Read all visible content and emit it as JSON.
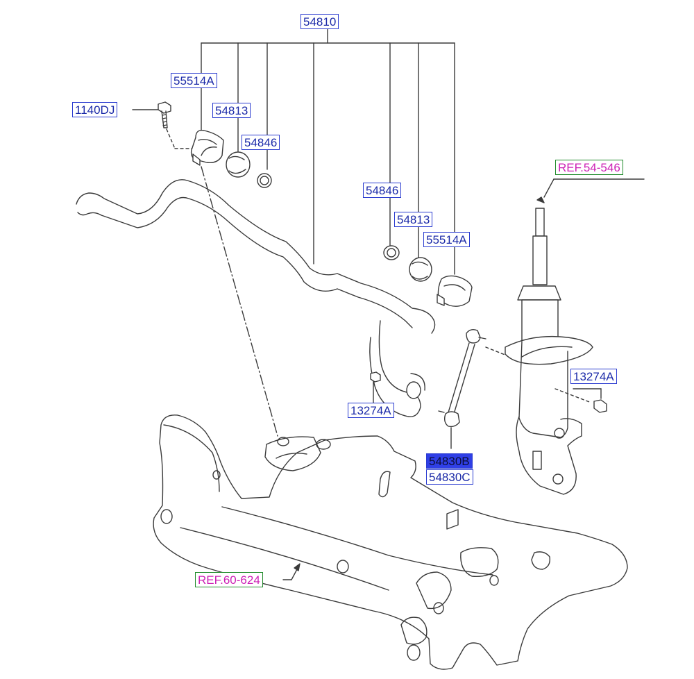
{
  "labels": {
    "p54810": "54810",
    "p55514A_top": "55514A",
    "p1140DJ": "1140DJ",
    "p54813_top": "54813",
    "p54846_top": "54846",
    "p54846_mid": "54846",
    "p54813_mid": "54813",
    "p55514A_mid": "55514A",
    "p13274A_left": "13274A",
    "p13274A_right": "13274A",
    "p54830B": "54830B",
    "p54830C": "54830C",
    "ref_54_546": "REF.54-546",
    "ref_60_624": "REF.60-624"
  },
  "colors": {
    "label_text": "#1b2aa8",
    "label_border": "#2a3bd0",
    "ref_text": "#cc1fb5",
    "ref_border": "#1f8a2a",
    "highlight_fill": "#2f3fe6",
    "line": "#3a3a3a"
  }
}
